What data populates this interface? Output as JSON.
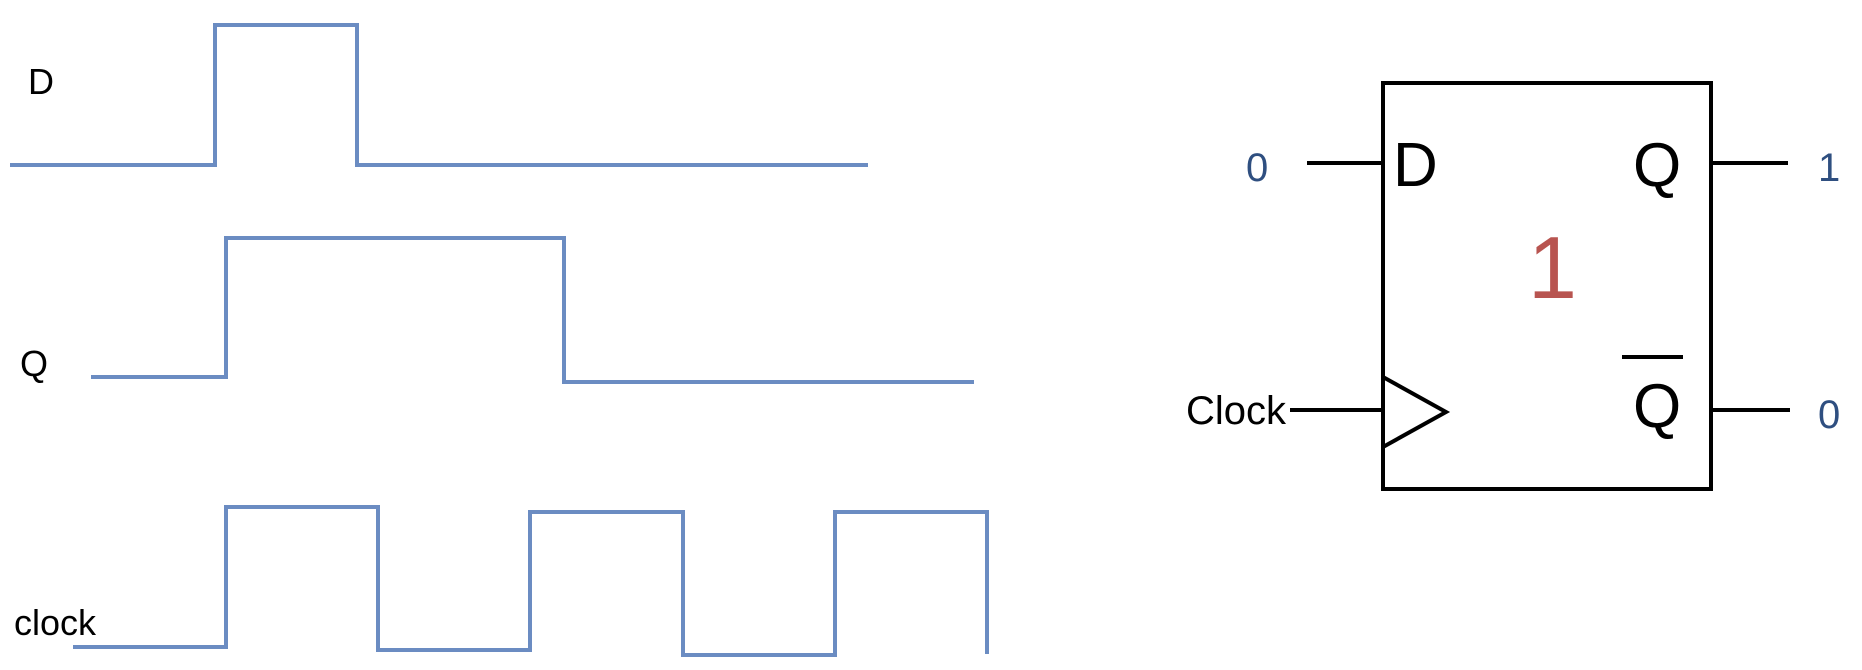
{
  "timing": {
    "signals": [
      {
        "name": "D",
        "levels": "low, high, low"
      },
      {
        "name": "Q",
        "levels": "low, high, low"
      },
      {
        "name": "clock",
        "levels": "low, high, low, high, low, high"
      }
    ]
  },
  "flipflop": {
    "pins": {
      "d": "D",
      "q": "Q",
      "qbar": "Q",
      "clock": "Clock"
    },
    "inputs": {
      "d_value": "0"
    },
    "outputs": {
      "q_value": "1",
      "qbar_value": "0"
    },
    "state": "1"
  },
  "colors": {
    "waveform": "#6b8cc2",
    "pin_value": "#2f4f80",
    "state": "#b85450"
  }
}
